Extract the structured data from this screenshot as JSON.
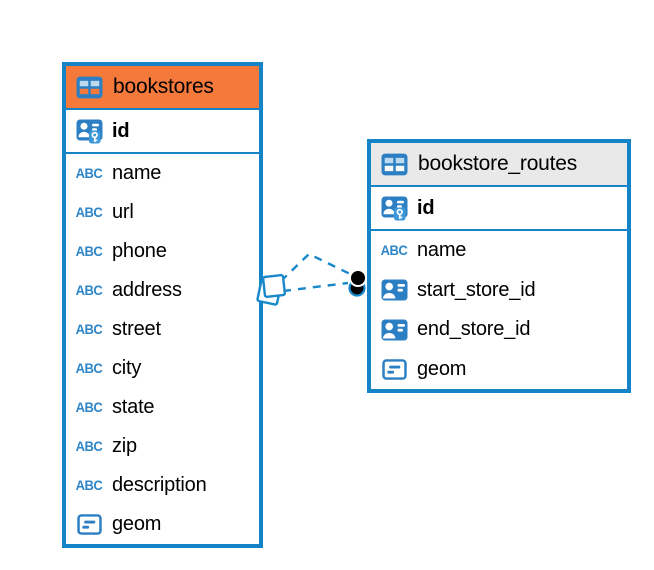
{
  "colors": {
    "accent_blue": "#1584C6",
    "icon_blue": "#2C7FC3",
    "bookstores_header": "#F6793C",
    "routes_header": "#E9E9E9",
    "relationship_line": "#1888CB"
  },
  "icons": {
    "text_type_glyph": "ABC"
  },
  "tables": [
    {
      "name": "bookstores",
      "columns": [
        {
          "name": "id",
          "icon": "primary-key"
        },
        {
          "name": "name",
          "icon": "text"
        },
        {
          "name": "url",
          "icon": "text"
        },
        {
          "name": "phone",
          "icon": "text"
        },
        {
          "name": "address",
          "icon": "text"
        },
        {
          "name": "street",
          "icon": "text"
        },
        {
          "name": "city",
          "icon": "text"
        },
        {
          "name": "state",
          "icon": "text"
        },
        {
          "name": "zip",
          "icon": "text"
        },
        {
          "name": "description",
          "icon": "text"
        },
        {
          "name": "geom",
          "icon": "geometry"
        }
      ]
    },
    {
      "name": "bookstore_routes",
      "columns": [
        {
          "name": "id",
          "icon": "primary-key"
        },
        {
          "name": "name",
          "icon": "text"
        },
        {
          "name": "start_store_id",
          "icon": "reference"
        },
        {
          "name": "end_store_id",
          "icon": "reference"
        },
        {
          "name": "geom",
          "icon": "geometry"
        }
      ]
    }
  ],
  "relationships": [
    {
      "from_table": "bookstores",
      "to_table": "bookstore_routes",
      "style": "dashed",
      "end_markers": [
        "diamond",
        "dot"
      ]
    },
    {
      "from_table": "bookstores",
      "to_table": "bookstore_routes",
      "style": "dashed",
      "end_markers": [
        "diamond",
        "dot"
      ]
    }
  ]
}
